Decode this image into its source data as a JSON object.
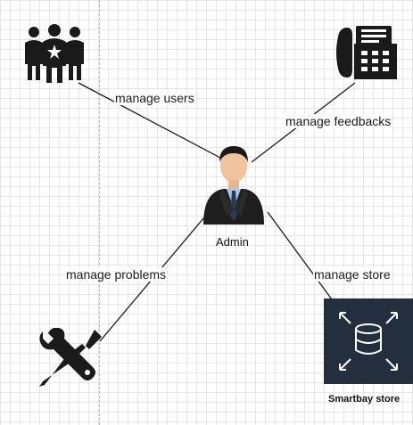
{
  "diagram": {
    "actor": {
      "name": "Admin"
    },
    "nodes": {
      "users": {
        "icon": "users-group-icon"
      },
      "feedbacks": {
        "icon": "fax-phone-icon"
      },
      "problems": {
        "icon": "tools-icon"
      },
      "store": {
        "icon": "storage-icon",
        "label": "Smartbay store"
      }
    },
    "edges": {
      "users": "manage users",
      "feedbacks": "manage feedbacks",
      "problems": "manage problems",
      "store": "manage store"
    },
    "colors": {
      "line": "#1a1a1a",
      "store_bg": "#232f3e",
      "grid": "#e6e6e6"
    }
  }
}
